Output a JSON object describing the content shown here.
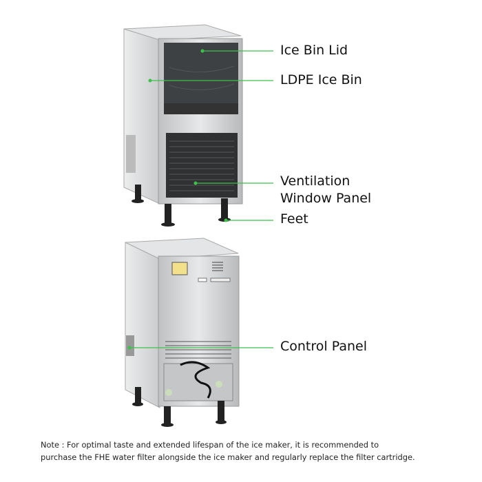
{
  "callouts": {
    "ice_bin_lid": "Ice Bin Lid",
    "ldpe_ice_bin": "LDPE Ice Bin",
    "ventilation_line1": "Ventilation",
    "ventilation_line2": "Window Panel",
    "feet": "Feet",
    "control_panel": "Control Panel"
  },
  "note": {
    "line1": "Note : For optimal taste and extended lifespan of the ice maker, it is recommended to",
    "line2": "purchase the FHE water filter alongside the ice maker and regularly replace the filter cartridge."
  },
  "colors": {
    "callout_line": "#3cc24a",
    "steel": "#d9dadc",
    "dark_panel": "#3e4144"
  }
}
